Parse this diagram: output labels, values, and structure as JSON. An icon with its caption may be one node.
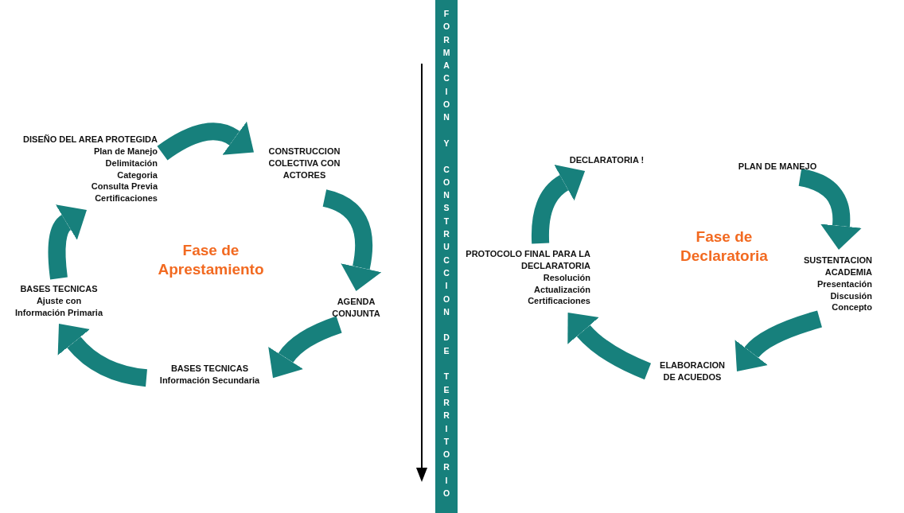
{
  "diagram": {
    "nodes": [
      {
        "text": [
          "DISEÑO DEL AREA PROTEGIDA",
          "Plan de Manejo",
          "Delimitación",
          "Categoria",
          "Consulta Previa",
          "Certificaciones"
        ]
      },
      {
        "text": [
          "CONSTRUCCION COLECTIVA CON ACTORES"
        ]
      },
      {
        "text": [
          "AGENDA CONJUNTA"
        ]
      },
      {
        "text": [
          "BASES TECNICAS",
          "Información Secundaria"
        ]
      },
      {
        "text": [
          "BASES TECNICAS",
          "Ajuste con",
          "Información Primaria"
        ]
      },
      {
        "text": [
          "FORMACION Y CONSTRUCCION DE TERRITORIO"
        ]
      },
      {
        "text": [
          "PLAN DE MANEJO"
        ]
      },
      {
        "text": [
          "SUSTENTACION ACADEMIA",
          "Presentación",
          "Discusión",
          "Concepto"
        ]
      },
      {
        "text": [
          "ELABORACION DE ACUEDOS"
        ]
      },
      {
        "text": [
          "PROTOCOLO FINAL PARA LA DECLARATORIA",
          "Resolución",
          "Actualización",
          "Certificaciones"
        ]
      },
      {
        "text": [
          "DECLARATORIA !"
        ]
      }
    ],
    "edges": [
      {
        "from": 0,
        "to": 1,
        "arrow": "to"
      },
      {
        "from": 1,
        "to": 2,
        "arrow": "to"
      },
      {
        "from": 2,
        "to": 3,
        "arrow": "to"
      },
      {
        "from": 3,
        "to": 4,
        "arrow": "to"
      },
      {
        "from": 4,
        "to": 0,
        "arrow": "to"
      },
      {
        "from": 6,
        "to": 7,
        "arrow": "to"
      },
      {
        "from": 7,
        "to": 8,
        "arrow": "to"
      },
      {
        "from": 8,
        "to": 9,
        "arrow": "to"
      },
      {
        "from": 9,
        "to": 10,
        "arrow": "to"
      }
    ],
    "labels": [
      "Fase de Aprestamiento",
      "Fase de Declaratoria"
    ]
  }
}
